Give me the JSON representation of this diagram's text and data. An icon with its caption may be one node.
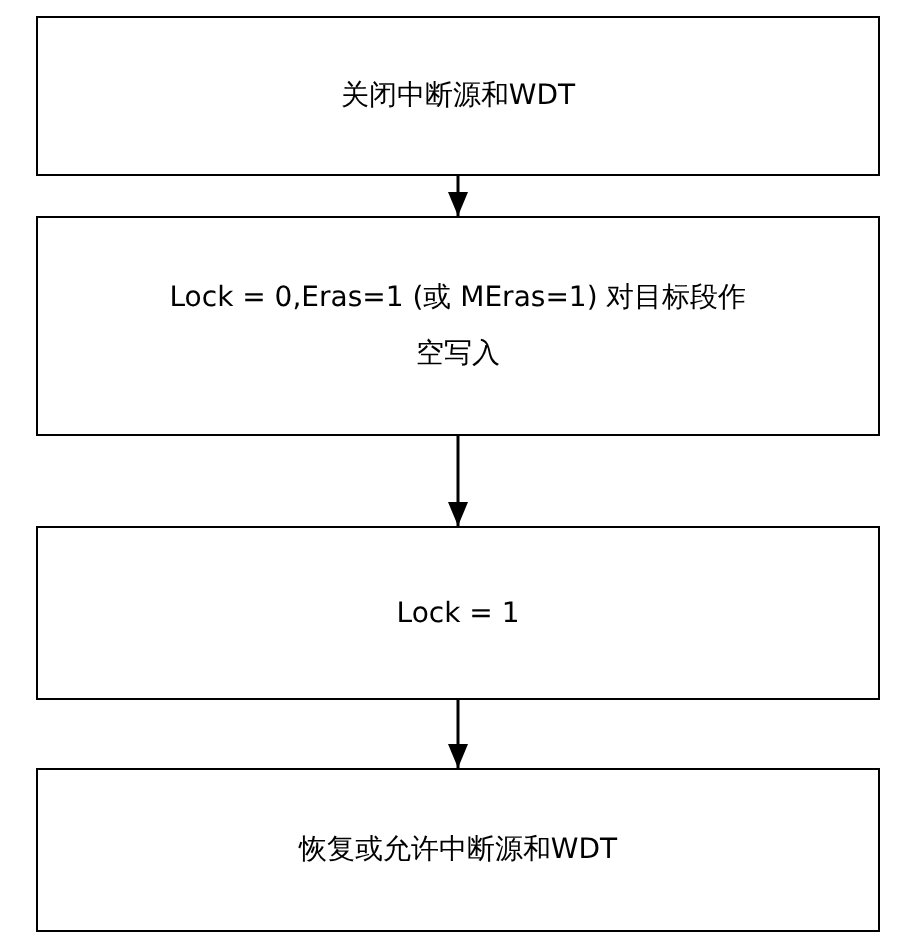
{
  "diagram": {
    "nodes": [
      {
        "text": [
          "关闭中断源和WDT"
        ]
      },
      {
        "text": [
          "Lock = 0,Eras=1 (或 MEras=1) 对目标段作空写入"
        ]
      },
      {
        "text": [
          "Lock = 1"
        ]
      },
      {
        "text": [
          "恢复或允许中断源和WDT"
        ]
      }
    ],
    "edges": [
      {
        "from": 0,
        "to": 1,
        "arrow": "to"
      },
      {
        "from": 1,
        "to": 2,
        "arrow": "to"
      },
      {
        "from": 2,
        "to": 3,
        "arrow": "to"
      }
    ]
  }
}
